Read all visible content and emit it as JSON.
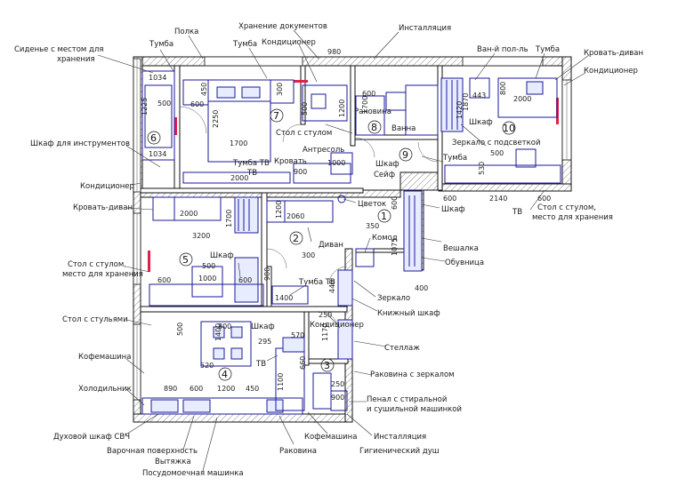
{
  "colors": {
    "wall": "#111111",
    "furniture": "#1a1a9a",
    "accent_red": "#e0204a",
    "text": "#1a1a1a"
  },
  "callouts": {
    "seat_storage": "Сиденье с местом для хранения",
    "nightstand_1": "Тумба",
    "shelf": "Полка",
    "docs_storage": "Хранение документов",
    "nightstand_2": "Тумба",
    "ac_1": "Кондиционер",
    "install_1": "Инсталляция",
    "tub_floor": "Ван-й пол-ль",
    "nightstand_3": "Тумба",
    "sofa_bed_1": "Кровать-диван",
    "ac_2": "Кондиционер",
    "sink_1": "Раковина",
    "bath": "Ванна",
    "wardrobe_1": "Шкаф",
    "lit_mirror": "Зеркало с подсветкой",
    "desk_1": "Стол с стулом",
    "mezzanine": "Антресоль",
    "tv_stand_1": "Тумба ТВ",
    "tv_1": "ТВ",
    "bed": "Кровать",
    "wardrobe_2": "Шкаф",
    "safe": "Сейф",
    "nightstand_4": "Тумба",
    "tools_cabinet": "Шкаф для инструментов",
    "ac_3": "Кондиционер",
    "sofa_bed_2": "Кровать-диван",
    "flower": "Цветок",
    "tv_2": "ТВ",
    "desk_2": "Стол с стулом, место для хранения",
    "chest": "Комод",
    "wardrobe_3": "Шкаф",
    "hanger": "Вешалка",
    "shoe_rack": "Обувница",
    "wardrobe_4": "Шкаф",
    "sofa": "Диван",
    "desk_3": "Стол с стулом, место для хранения",
    "tv_stand_2": "Тумба ТВ",
    "mirror": "Зеркало",
    "book_shelf": "Книжный шкаф",
    "ac_4": "Кондиционер",
    "dining": "Стол с стульями",
    "wardrobe_5": "Шкаф",
    "rack": "Стеллаж",
    "tv_3": "ТВ",
    "coffee_1": "Кофемашина",
    "fridge": "Холодильник",
    "sink_mirror": "Раковина с зеркалом",
    "washer_cabinet": "Пенал с стиральной и сушильной машинкой",
    "oven": "Духовой шкаф СВЧ",
    "hob": "Варочная поверхность",
    "hood": "Вытяжка",
    "dishwasher": "Посудомоечная машинка",
    "sink_2": "Раковина",
    "coffee_2": "Кофемашина",
    "install_2": "Инсталляция",
    "hygiene_shower": "Гигиенический душ"
  },
  "rooms": [
    "1",
    "2",
    "3",
    "4",
    "5",
    "6",
    "7",
    "8",
    "9",
    "10"
  ],
  "dims": {
    "d980": "980",
    "d1034a": "1034",
    "d1034b": "1034",
    "d1225": "1225",
    "d500a": "500",
    "d450": "450",
    "d600a": "600",
    "d2250": "2250",
    "d1700a": "1700",
    "d300a": "300",
    "d500b": "500",
    "d1200a": "1200",
    "d900a": "900",
    "d2000a": "2000",
    "d1000a": "1000",
    "d1700b": "1700",
    "d600b": "600",
    "d443": "443",
    "d800a": "800",
    "d1870": "1870",
    "d1420": "1420",
    "d2000b": "2000",
    "d500c": "500",
    "d530": "530",
    "d600c": "600",
    "d2140": "2140",
    "d600d": "600",
    "d2000c": "2000",
    "d1200b": "1200",
    "d2060": "2060",
    "d3200": "3200",
    "d1700c": "1700",
    "d350": "350",
    "d600e": "600",
    "d1075": "1075",
    "d600f": "600",
    "d500d": "500",
    "d1000b": "1000",
    "d600g": "600",
    "d900b": "900",
    "d1400": "1400",
    "d300b": "300",
    "d440": "440",
    "d400": "400",
    "d250a": "250",
    "d500e": "500",
    "d800b": "800",
    "d1400b": "1400",
    "d520": "520",
    "d295": "295",
    "d570": "570",
    "d660": "660",
    "d890": "890",
    "d600h": "600",
    "d1200c": "1200",
    "d450b": "450",
    "d1100": "1100",
    "d250b": "250",
    "d1170": "1170",
    "d900c": "900"
  }
}
